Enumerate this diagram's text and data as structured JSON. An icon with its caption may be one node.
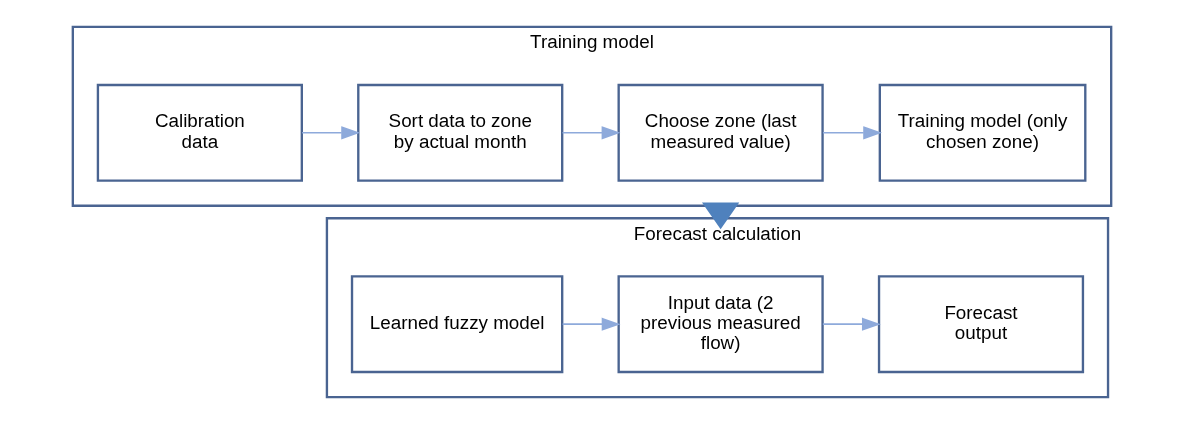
{
  "diagram": {
    "nodes": [
      {
        "text": [
          "Training model"
        ]
      },
      {
        "text": [
          "Calibration data"
        ],
        "in": 0
      },
      {
        "text": [
          "Sort data to zone by actual month"
        ],
        "in": 0
      },
      {
        "text": [
          "Choose zone (last measured value)"
        ],
        "in": 0
      },
      {
        "text": [
          "Training model (only chosen zone)"
        ],
        "in": 0
      },
      {
        "text": [
          "Forecast calculation"
        ]
      },
      {
        "text": [
          "Learned fuzzy model"
        ],
        "in": 5
      },
      {
        "text": [
          "Input data (2 previous measured flow)"
        ],
        "in": 5
      },
      {
        "text": [
          "Forecast output"
        ],
        "in": 5
      }
    ],
    "edges": [
      {
        "from": 1,
        "to": 2,
        "arrow": "to"
      },
      {
        "from": 2,
        "to": 3,
        "arrow": "to"
      },
      {
        "from": 3,
        "to": 4,
        "arrow": "to"
      },
      {
        "from": 0,
        "to": 5,
        "arrow": "to",
        "style": "thick",
        "color": "#4f81bd"
      },
      {
        "from": 6,
        "to": 7,
        "arrow": "to"
      },
      {
        "from": 7,
        "to": 8,
        "arrow": "to"
      }
    ]
  }
}
